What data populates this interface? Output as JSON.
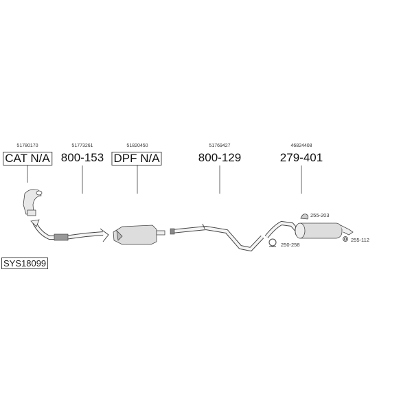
{
  "system_code": "SYS18099",
  "parts": [
    {
      "oe_number": "51780170",
      "label": "CAT N/A",
      "boxed": true
    },
    {
      "oe_number": "51773261",
      "label": "800-153",
      "boxed": false
    },
    {
      "oe_number": "51820450",
      "label": "DPF N/A",
      "boxed": true
    },
    {
      "oe_number": "51769427",
      "label": "800-129",
      "boxed": false
    },
    {
      "oe_number": "46824408",
      "label": "279-401",
      "boxed": false
    }
  ],
  "accessories": [
    {
      "label": "255-203"
    },
    {
      "label": "250-258"
    },
    {
      "label": "255-112"
    }
  ]
}
